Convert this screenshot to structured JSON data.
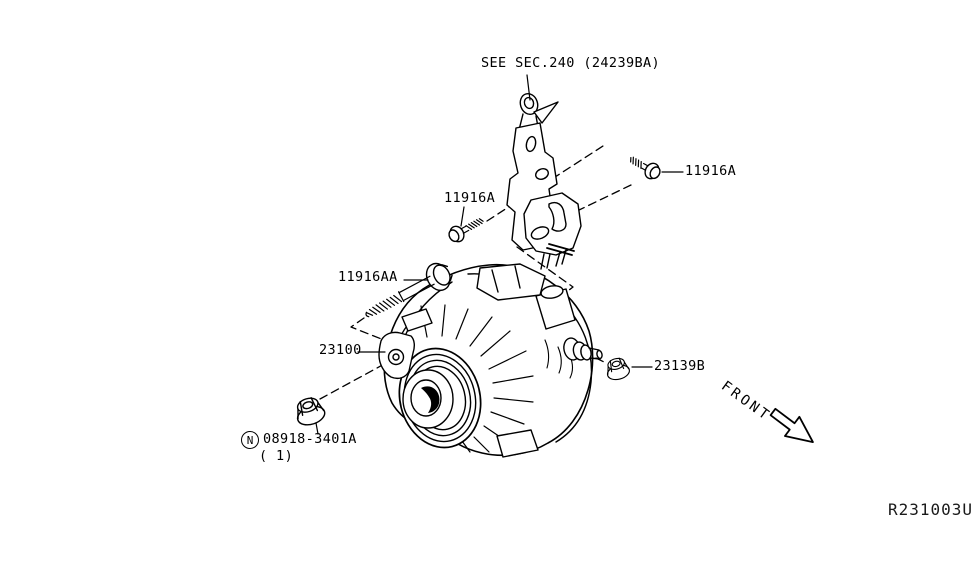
{
  "colors": {
    "background": "#ffffff",
    "line": "#000000",
    "text": "#000000"
  },
  "callouts": {
    "sec_note": "SEE SEC.240 (24239BA)",
    "bolt_upper_right": "11916A",
    "bolt_center": "11916A",
    "bolt_long": "11916AA",
    "alternator": "23100",
    "terminal_nut": "23139B",
    "pulley_nut_symbol": "N",
    "pulley_nut": "08918-3401A",
    "pulley_nut_qty": "( 1)",
    "front": "FRONT",
    "drawing_ref": "R231003U"
  }
}
